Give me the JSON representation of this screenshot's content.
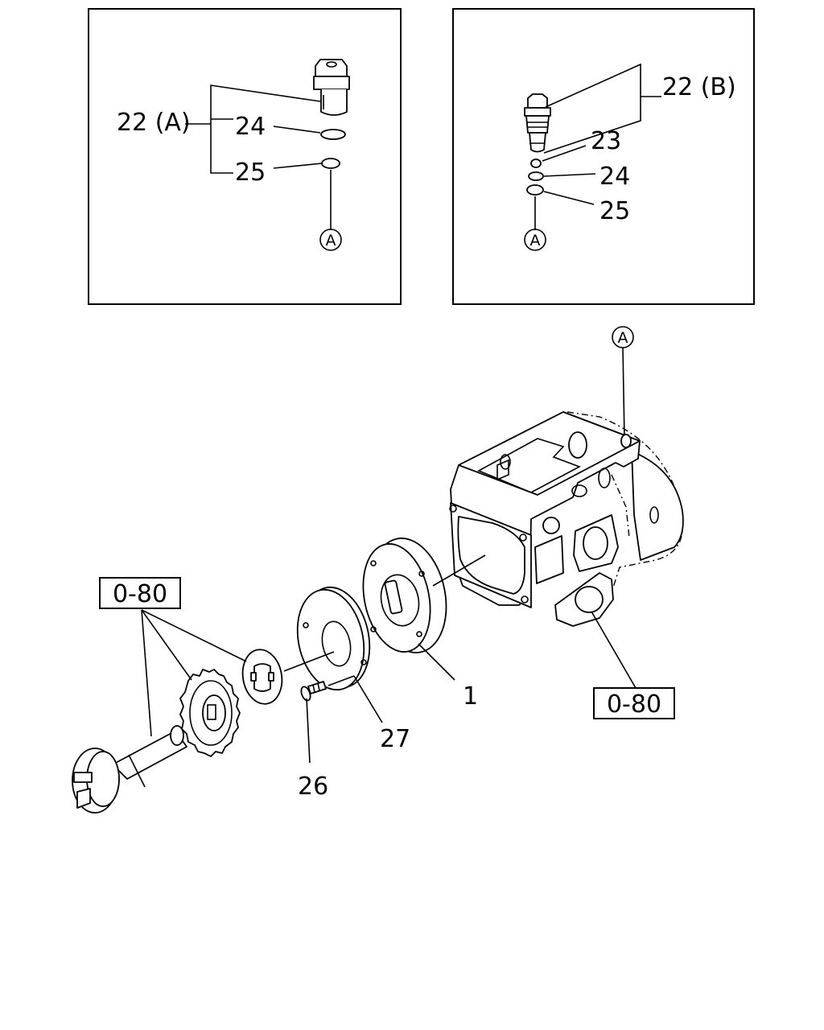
{
  "inset_a": {
    "assembly_label": "22 (A)",
    "part_labels": [
      "24",
      "25"
    ],
    "ref_marker": "A"
  },
  "inset_b": {
    "assembly_label": "22 (B)",
    "part_labels": [
      "23",
      "24",
      "25"
    ],
    "ref_marker": "A"
  },
  "main": {
    "ref_marker": "A",
    "group_ref_left": "0-80",
    "group_ref_right": "0-80",
    "part_labels": [
      "1",
      "27",
      "26"
    ]
  }
}
